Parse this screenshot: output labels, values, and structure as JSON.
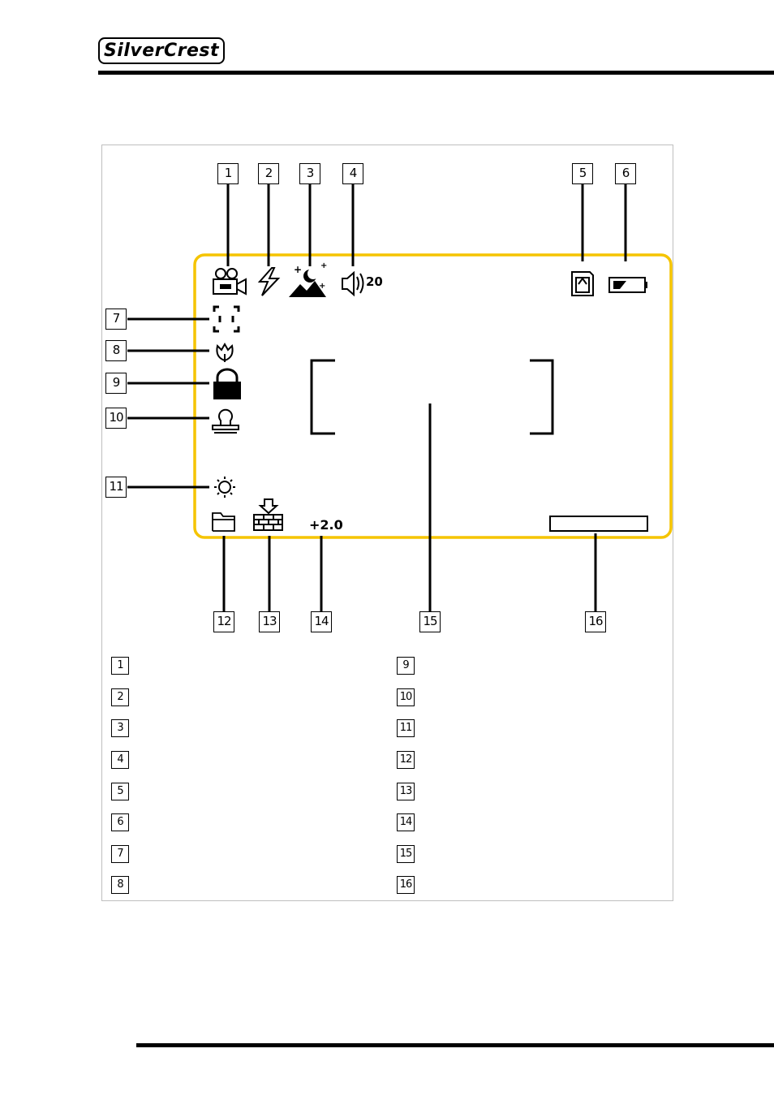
{
  "brand": {
    "logo_text": "SilverCrest"
  },
  "display": {
    "volume_value": "20",
    "exposure_value": "+2.0",
    "colors": {
      "frame": "#f5c400",
      "ink": "#000000"
    },
    "icons": [
      "video-camera-icon",
      "flash-icon",
      "night-scene-icon",
      "speaker-icon",
      "sd-card-icon",
      "battery-icon",
      "focus-area-icon",
      "macro-flower-icon",
      "lock-icon",
      "stamp-icon",
      "white-balance-sun-icon",
      "folder-icon",
      "quality-icon",
      "focus-bracket-frame",
      "status-bar"
    ]
  },
  "callouts": {
    "n1": "1",
    "n2": "2",
    "n3": "3",
    "n4": "4",
    "n5": "5",
    "n6": "6",
    "n7": "7",
    "n8": "8",
    "n9": "9",
    "n10": "10",
    "n11": "11",
    "n12": "12",
    "n13": "13",
    "n14": "14",
    "n15": "15",
    "n16": "16"
  },
  "legend": {
    "left": [
      "1",
      "2",
      "3",
      "4",
      "5",
      "6",
      "7",
      "8"
    ],
    "right": [
      "9",
      "10",
      "11",
      "12",
      "13",
      "14",
      "15",
      "16"
    ]
  }
}
